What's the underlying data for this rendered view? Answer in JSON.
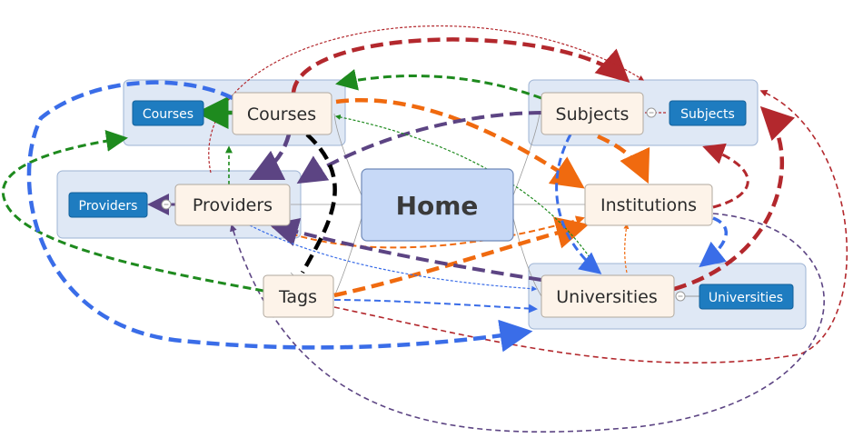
{
  "home": {
    "label": "Home"
  },
  "nodes": {
    "courses": "Courses",
    "subjects": "Subjects",
    "providers": "Providers",
    "institutions": "Institutions",
    "tags": "Tags",
    "universities": "Universities"
  },
  "tags": {
    "courses": "Courses",
    "subjects": "Subjects",
    "providers": "Providers",
    "universities": "Universities"
  },
  "colors": {
    "red": "#b3282d",
    "orange": "#f06a0f",
    "purple": "#5c4483",
    "green": "#1e8a1e",
    "blue": "#3a6de8",
    "black": "#000000",
    "tag_fill": "#1e7cc0"
  }
}
